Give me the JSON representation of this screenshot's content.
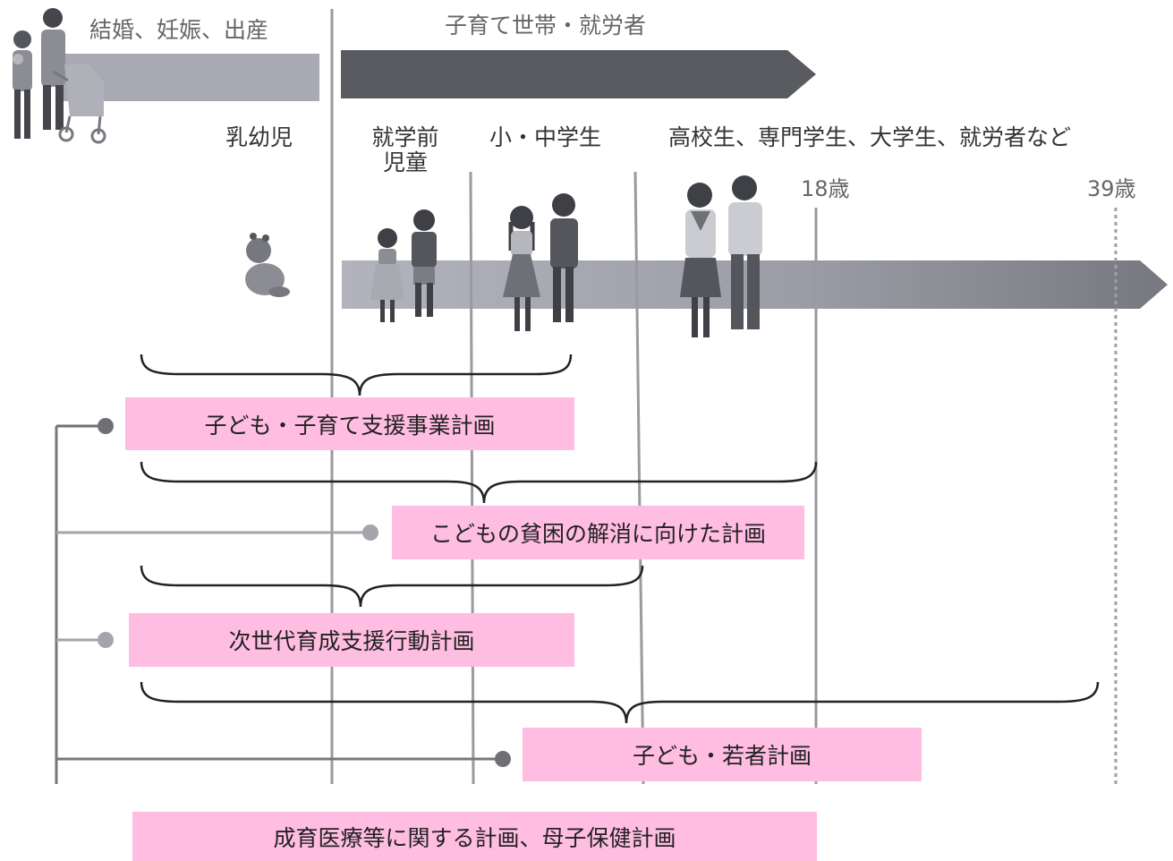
{
  "header": {
    "stage_marriage": "結婚、妊娠、出産",
    "stage_childrearing": "子育て世帯・就労者"
  },
  "ages": {
    "infant": "乳幼児",
    "preschool_line1": "就学前",
    "preschool_line2": "児童",
    "elementary_middle": "小・中学生",
    "high_school_plus": "高校生、専門学生、大学生、就労者など",
    "age_18": "18歳",
    "age_39": "39歳"
  },
  "plans": [
    {
      "label": "子ども・子育て支援事業計画"
    },
    {
      "label": "こどもの貧困の解消に向けた計画"
    },
    {
      "label": "次世代育成支援行動計画"
    },
    {
      "label": "子ども・若者計画"
    },
    {
      "label": "成育医療等に関する計画、母子保健計画"
    }
  ],
  "colors": {
    "plan_box": "#ffbde2",
    "arrow_dark": "#5a5b61",
    "arrow_light": "#a8a9b3",
    "line_gray": "#8e8e94"
  }
}
